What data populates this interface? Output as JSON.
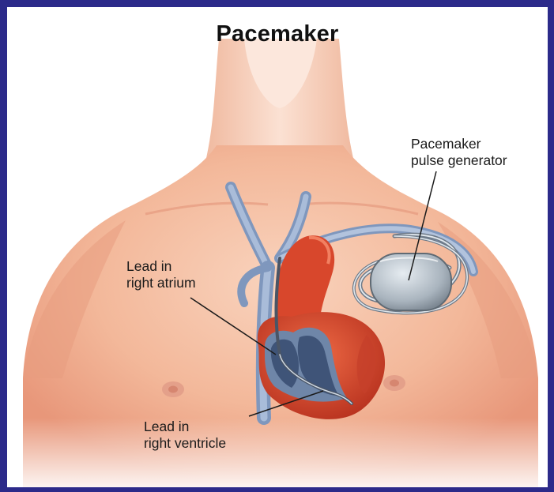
{
  "title": "Pacemaker",
  "labels": {
    "generator": [
      "Pacemaker",
      "pulse generator"
    ],
    "atrium": [
      "Lead in",
      "right atrium"
    ],
    "ventricle": [
      "Lead in",
      "right ventricle"
    ]
  },
  "colors": {
    "frame": "#2c2a8a",
    "skin": "#f6c3a8",
    "skin_shadow": "#e89a7c",
    "heart": "#d8452c",
    "vein": "#8fa6c8",
    "device": "#b9c3cc"
  }
}
